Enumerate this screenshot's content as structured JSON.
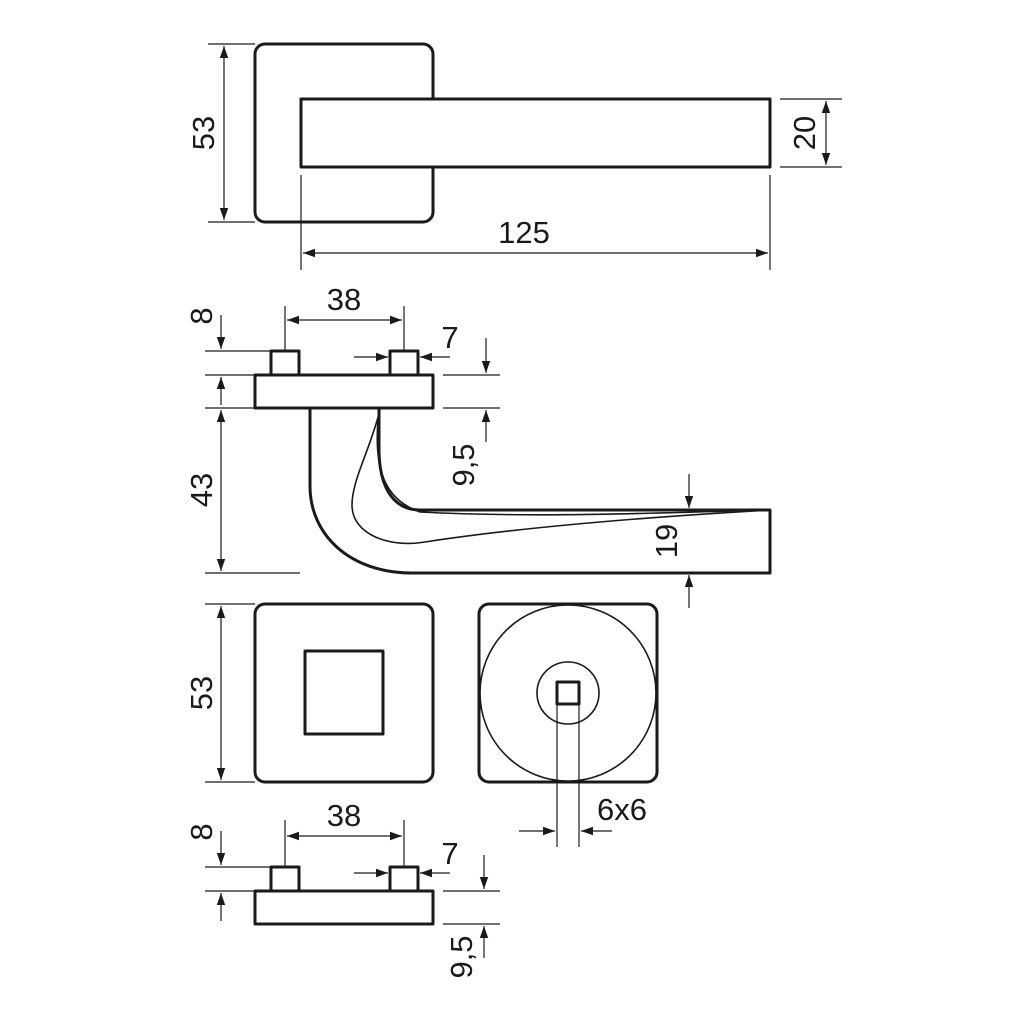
{
  "dimensions": {
    "rose_height_top": "53",
    "lever_height": "20",
    "lever_length": "125",
    "pin_spacing_mid": "38",
    "pin_height_mid": "8",
    "pin_width_mid": "7",
    "rose_thickness_mid": "9,5",
    "lever_projection": "43",
    "lever_end_height": "19",
    "rose_height_bottom": "53",
    "spindle_size": "6x6",
    "pin_spacing_bottom": "38",
    "pin_height_bottom": "8",
    "pin_width_bottom": "7",
    "rose_thickness_bottom": "9,5"
  }
}
